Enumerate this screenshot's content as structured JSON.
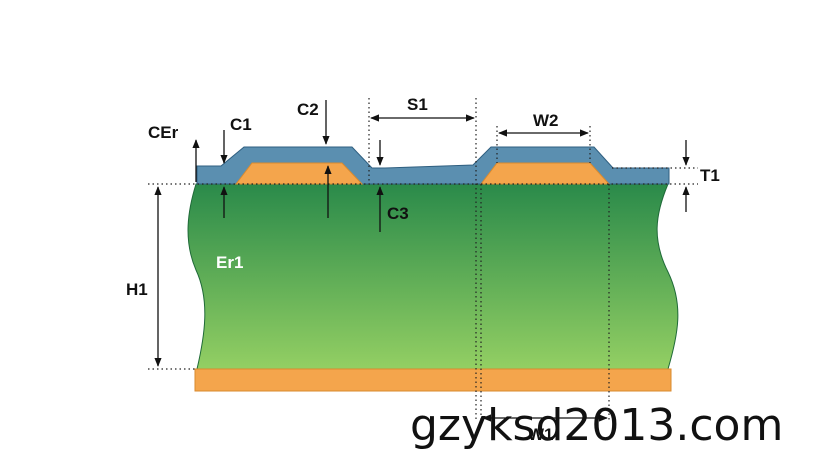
{
  "labels": {
    "cer": "CEr",
    "c1": "C1",
    "c2": "C2",
    "c3": "C3",
    "s1": "S1",
    "w2": "W2",
    "w1": "W1",
    "t1": "T1",
    "h1": "H1",
    "er1": "Er1"
  },
  "watermark": "gzyksd2013.com",
  "colors": {
    "coating": "#5b8fb0",
    "coating_edge": "#2f5f80",
    "copper": "#f4a54c",
    "copper_edge": "#d98a2e",
    "substrate_top": "#2a8a4a",
    "substrate_bottom": "#93cf63",
    "text": "#111111"
  }
}
